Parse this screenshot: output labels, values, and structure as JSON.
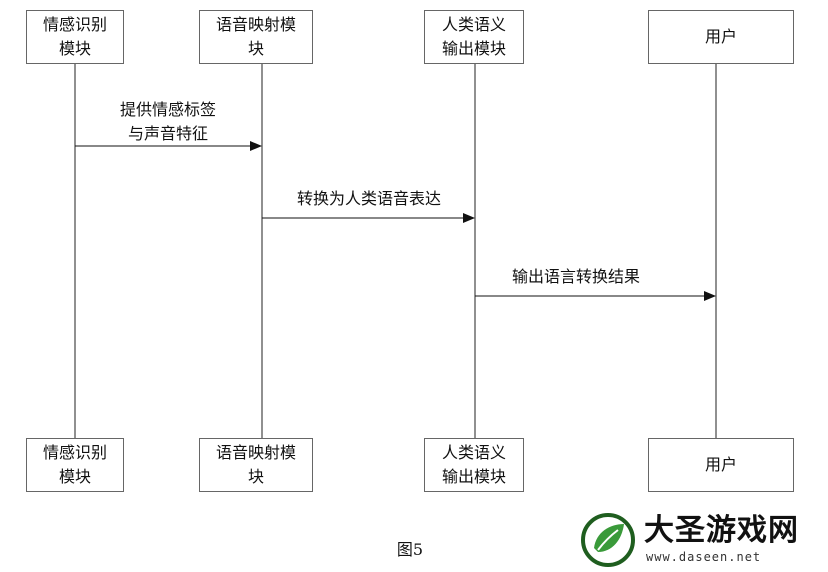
{
  "participants": [
    {
      "id": "emotion",
      "line1": "情感识别",
      "line2": "模块"
    },
    {
      "id": "mapping",
      "line1": "语音映射模",
      "line2": "块"
    },
    {
      "id": "output",
      "line1": "人类语义",
      "line2": "输出模块"
    },
    {
      "id": "user",
      "line1": "用户",
      "line2": ""
    }
  ],
  "messages": [
    {
      "from": 0,
      "to": 1,
      "line1": "提供情感标签",
      "line2": "与声音特征"
    },
    {
      "from": 1,
      "to": 2,
      "line1": "转换为人类语音表达",
      "line2": ""
    },
    {
      "from": 2,
      "to": 3,
      "line1": "输出语言转换结果",
      "line2": ""
    }
  ],
  "caption": "图5",
  "watermark": {
    "title": "大圣游戏网",
    "url": "www.daseen.net",
    "colors": {
      "green": "#3a9a3a",
      "dark": "#1f5e1f"
    }
  }
}
